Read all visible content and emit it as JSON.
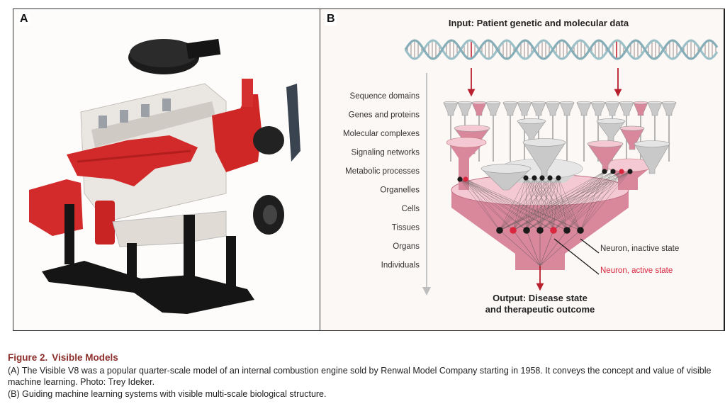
{
  "figure": {
    "title_number": "Figure 2.",
    "title_text": "Visible Models",
    "caption_a": "(A) The Visible V8 was a popular quarter-scale model of an internal combustion engine sold by Renwal Model Company starting in 1958. It conveys the concept and value of visible machine learning. Photo: Trey Ideker.",
    "caption_b": "(B) Guiding machine learning systems with visible multi-scale biological structure."
  },
  "panel_a": {
    "label": "A",
    "image_description": "Photo of the Visible V8 transparent engine model with red manifolds on black stand"
  },
  "panel_b": {
    "label": "B",
    "input_title": "Input: Patient genetic and molecular data",
    "output_title_line1": "Output: Disease state",
    "output_title_line2": "and therapeutic outcome",
    "levels": [
      "Sequence domains",
      "Genes and proteins",
      "Molecular complexes",
      "Signaling networks",
      "Metabolic processes",
      "Organelles",
      "Cells",
      "Tissues",
      "Organs",
      "Individuals"
    ],
    "legend": {
      "inactive": "Neuron, inactive state",
      "active": "Neuron, active state"
    },
    "output_neurons": [
      "inactive",
      "active",
      "inactive",
      "inactive",
      "active",
      "inactive",
      "inactive"
    ],
    "colors": {
      "active": "#d7263d",
      "inactive": "#1a1a1a",
      "pink_funnel": "#d9879a",
      "pink_light": "#f5c9d3",
      "gray_funnel": "#c9c9c9",
      "gray_light": "#e4e4e4",
      "arrow_red": "#b8202e",
      "caption_title": "#8c2f2a"
    }
  }
}
